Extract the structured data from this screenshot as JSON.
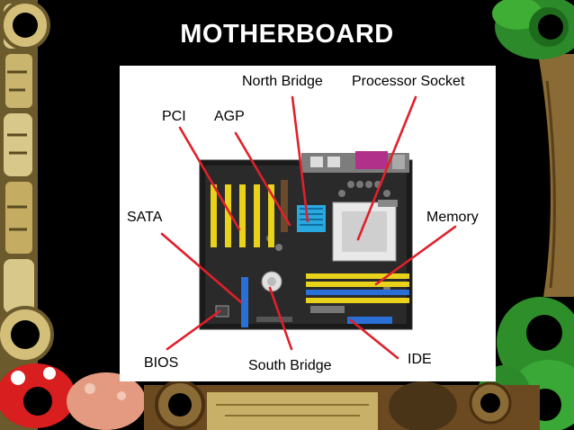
{
  "slide": {
    "title": "MOTHERBOARD"
  },
  "diagram": {
    "labels": {
      "north_bridge": "North Bridge",
      "processor_socket": "Processor Socket",
      "pci": "PCI",
      "agp": "AGP",
      "sata": "SATA",
      "memory": "Memory",
      "bios": "BIOS",
      "south_bridge": "South Bridge",
      "ide": "IDE"
    }
  },
  "colors": {
    "background": "#000000",
    "title_text": "#ffffff",
    "panel": "#ffffff",
    "leader_lines": "#e0202a",
    "pci_slots": "#e8d21a",
    "memory_slots": "#e8d21a",
    "sata_ports": "#2a6fd6",
    "north_bridge_heatsink": "#2aa8e0"
  }
}
